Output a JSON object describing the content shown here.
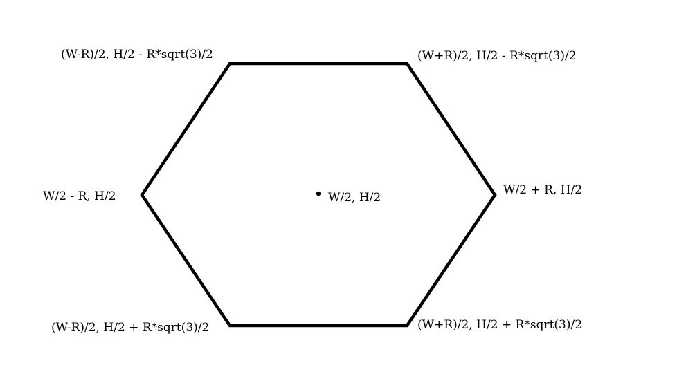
{
  "diagram": {
    "stroke_color": "#000000",
    "background_color": "#ffffff",
    "center_label": "W/2, H/2",
    "vertex_labels": {
      "top_left": "(W-R)/2, H/2 - R*sqrt(3)/2",
      "top_right": "(W+R)/2, H/2 - R*sqrt(3)/2",
      "left": "W/2 - R, H/2",
      "right": "W/2 + R, H/2",
      "bottom_left": "(W-R)/2, H/2 + R*sqrt(3)/2",
      "bottom_right": "(W+R)/2, H/2 + R*sqrt(3)/2"
    }
  }
}
